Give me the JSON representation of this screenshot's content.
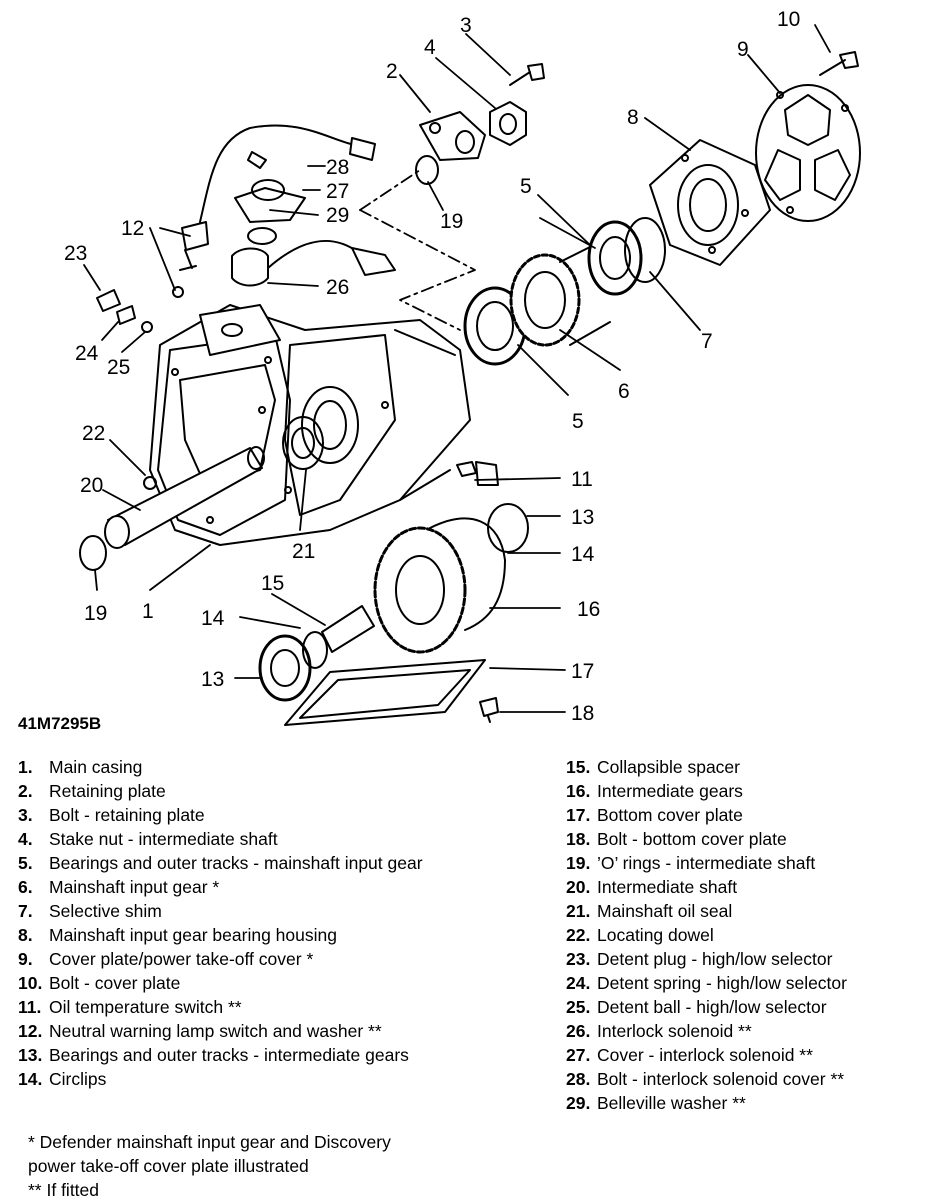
{
  "figure_ref": "41M7295B",
  "callouts": [
    "1",
    "2",
    "3",
    "4",
    "5",
    "5",
    "6",
    "7",
    "8",
    "9",
    "10",
    "11",
    "12",
    "13",
    "13",
    "14",
    "14",
    "15",
    "16",
    "17",
    "18",
    "19",
    "19",
    "20",
    "21",
    "22",
    "23",
    "24",
    "25",
    "26",
    "27",
    "28",
    "29"
  ],
  "legend_left": [
    {
      "num": "1.",
      "text": "Main casing"
    },
    {
      "num": "2.",
      "text": "Retaining plate"
    },
    {
      "num": "3.",
      "text": "Bolt - retaining plate"
    },
    {
      "num": "4.",
      "text": "Stake nut - intermediate shaft"
    },
    {
      "num": "5.",
      "text": "Bearings and outer tracks - mainshaft input gear"
    },
    {
      "num": "6.",
      "text": "Mainshaft input gear *"
    },
    {
      "num": "7.",
      "text": "Selective shim"
    },
    {
      "num": "8.",
      "text": "Mainshaft input gear bearing housing"
    },
    {
      "num": "9.",
      "text": "Cover plate/power take-off cover *"
    },
    {
      "num": "10.",
      "text": "Bolt - cover plate"
    },
    {
      "num": "11.",
      "text": "Oil temperature switch **"
    },
    {
      "num": "12.",
      "text": "Neutral warning lamp switch and washer **"
    },
    {
      "num": "13.",
      "text": "Bearings and outer tracks - intermediate gears"
    },
    {
      "num": "14.",
      "text": "Circlips"
    }
  ],
  "legend_right": [
    {
      "num": "15.",
      "text": "Collapsible spacer"
    },
    {
      "num": "16.",
      "text": "Intermediate gears"
    },
    {
      "num": "17.",
      "text": "Bottom cover plate"
    },
    {
      "num": "18.",
      "text": "Bolt - bottom cover plate"
    },
    {
      "num": "19.",
      "text": "’O’ rings - intermediate shaft"
    },
    {
      "num": "20.",
      "text": "Intermediate shaft"
    },
    {
      "num": "21.",
      "text": "Mainshaft oil seal"
    },
    {
      "num": "22.",
      "text": "Locating dowel"
    },
    {
      "num": "23.",
      "text": "Detent plug - high/low selector"
    },
    {
      "num": "24.",
      "text": "Detent spring - high/low selector"
    },
    {
      "num": "25.",
      "text": "Detent ball - high/low selector"
    },
    {
      "num": "26.",
      "text": "Interlock solenoid **"
    },
    {
      "num": "27.",
      "text": "Cover - interlock solenoid **"
    },
    {
      "num": "28.",
      "text": "Bolt - interlock solenoid cover **"
    },
    {
      "num": "29.",
      "text": "Belleville washer **"
    }
  ],
  "notes": [
    "* Defender mainshaft input gear and Discovery",
    "power take-off cover plate illustrated",
    "** If fitted"
  ]
}
